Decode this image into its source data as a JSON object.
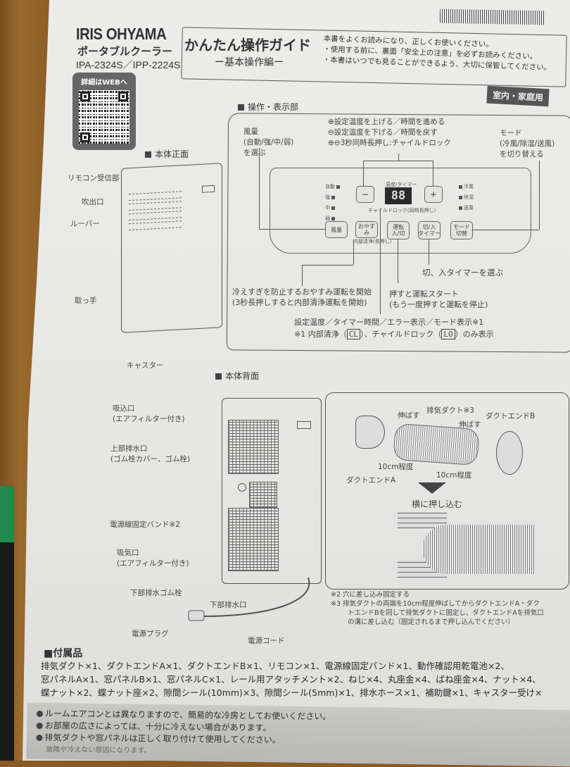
{
  "header": {
    "brand": "IRIS OHYAMA",
    "product": "ポータブルクーラー",
    "models": "IPA-2324S／IPP-2224S",
    "guide_title": "かんたん操作ガイド",
    "guide_subtitle": "ー基本操作編ー",
    "guide_notes": [
      "本書をよくお読みになり、正しくお使いください。",
      "・使用する前に、裏面「安全上の注意」を必ずお読みください。",
      "・本書はいつでも見ることができるよう、大切に保管してください。"
    ],
    "usage_badge": "室内・家庭用",
    "qr_label": "詳細はWEBへ"
  },
  "front": {
    "section_title": "本体正面",
    "labels": {
      "remote_receiver": "リモコン受信部",
      "outlet": "吹出口",
      "louver": "ルーバー",
      "handle": "取っ手",
      "caster": "キャスター"
    }
  },
  "control_panel": {
    "section_title": "操作・表示部",
    "fan_label": [
      "風量",
      "(自動/強/中/弱)",
      "を選ぶ"
    ],
    "plus_minus_notes": [
      "⊕設定温度を上げる／時間を進める",
      "⊖設定温度を下げる／時間を戻す",
      "⊕⊖3秒同時長押し:チャイルドロック"
    ],
    "mode_label": [
      "モード",
      "(冷風/除湿/送風)",
      "を切り替える"
    ],
    "fan_levels": [
      "自動",
      "強",
      "中",
      "弱"
    ],
    "modes": [
      "冷風",
      "除湿",
      "送風"
    ],
    "display_caption": "温度/タイマー",
    "display_value": "88",
    "child_lock_caption": "チャイルドロック(同時長押し)",
    "buttons": {
      "minus": "−",
      "plus": "+",
      "fan": "風量",
      "sleep": "おやすみ",
      "sleep_sub": "内部清浄(長押し)",
      "run": "運転\n入/切",
      "timer": "切/入\nタイマー",
      "mode": "モード\n切替"
    },
    "timer_desc": "切、入タイマーを選ぶ",
    "sleep_desc": [
      "冷えすぎを防止するおやすみ運転を開始",
      "(3秒長押しすると内部清浄運転を開始)"
    ],
    "run_desc": [
      "押すと運転スタート",
      "(もう一度押すと運転を停止)"
    ],
    "display_desc": "設定温度／タイマー時間／エラー表示／モード表示※1",
    "display_footnote_prefix": "※1 内部清浄（",
    "cl_code": "CL",
    "display_footnote_mid": "）、チャイルドロック（",
    "lo_code": "LO",
    "display_footnote_suffix": "）のみ表示"
  },
  "back": {
    "section_title": "本体背面",
    "labels": {
      "intake_upper": [
        "吸込口",
        "(エアフィルター付き)"
      ],
      "upper_drain": [
        "上部排水口",
        "(ゴム栓カバー、ゴム栓)"
      ],
      "cord_band": "電源線固定バンド※2",
      "intake_lower": [
        "吸気口",
        "(エアフィルター付き)"
      ],
      "lower_drain_plug": "下部排水ゴム栓",
      "lower_drain": "下部排水口",
      "plug": "電源プラグ",
      "cord": "電源コード"
    }
  },
  "duct": {
    "exhaust_duct": "排気ダクト※3",
    "stretch_left": "伸ばす",
    "stretch_right": "伸ばす",
    "end_a": "ダクトエンドA",
    "end_b": "ダクトエンドB",
    "length_left": "10cm程度",
    "length_right": "10cm程度",
    "push_in": "横に押し込む",
    "footnotes": [
      "※2 穴に差し込み固定する",
      "※3 排気ダクトの両端を10cm程度伸ばしてからダクトエンドA・ダク",
      "トエンドBを回して排気ダクトに固定し、ダクトエンドAを排気口",
      "の溝に差し込む（固定されるまで押し込んでください）"
    ]
  },
  "accessories": {
    "title": "■付属品",
    "lines": [
      "排気ダクト×1、ダクトエンドA×1、ダクトエンドB×1、リモコン×1、電源線固定バンド×1、動作確認用乾電池×2、",
      "窓パネルA×1、窓パネルB×1、窓パネルC×1、レール用アタッチメント×2、ねじ×4、丸座金×4、ばね座金×4、ナット×4、",
      "蝶ナット×2、蝶ナット座×2、隙間シール(10mm)×3、隙間シール(5mm)×1、排水ホース×1、補助鍵×1、キャスター受け×"
    ]
  },
  "notes": [
    "ルームエアコンとは異なりますので、簡易的な冷房としてお使いください。",
    "お部屋の広さによっては、十分に冷えない場合があります。",
    "排気ダクトや窓パネルは正しく取り付けて使用してください。",
    "故障や冷えない原因になります。"
  ]
}
